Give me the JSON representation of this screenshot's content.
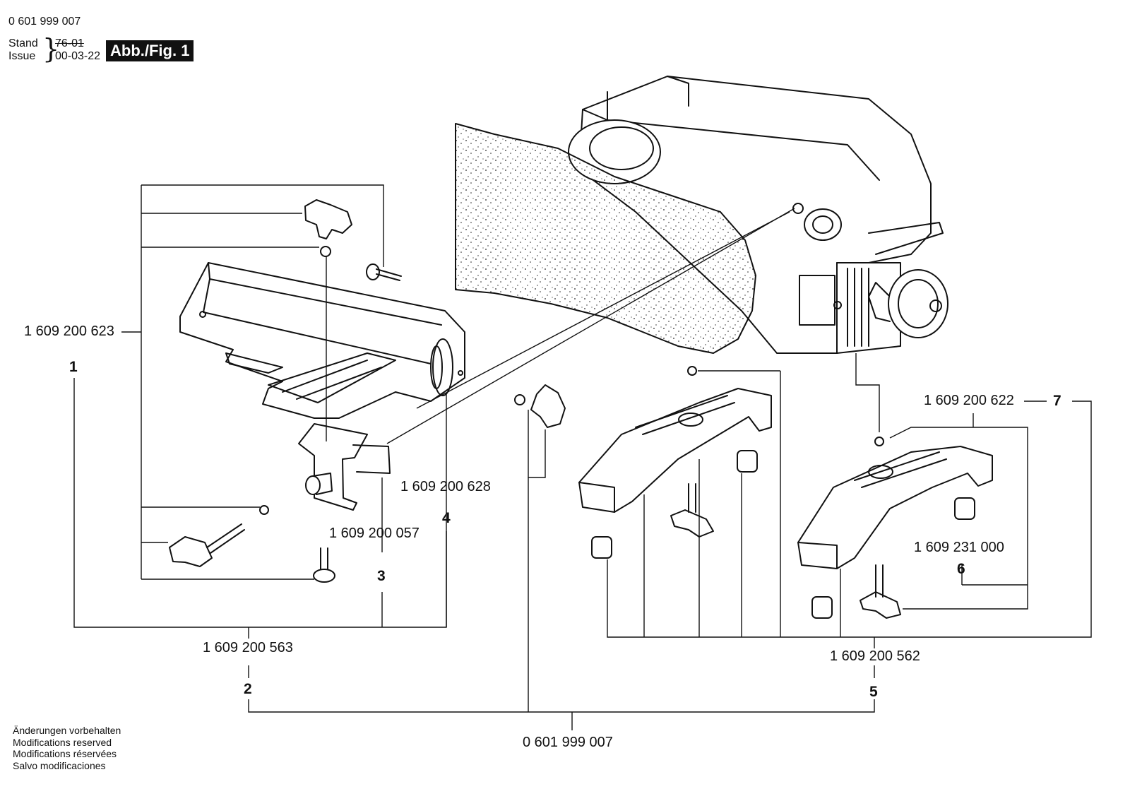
{
  "header": {
    "doc_number": "0 601 999 007",
    "stand_label": "Stand",
    "issue_label": "Issue",
    "old_date": "76-01",
    "issue_date": "00-03-22",
    "figure_label": "Abb./Fig. 1"
  },
  "parts": [
    {
      "index": "1",
      "part_number": "1 609 200 623"
    },
    {
      "index": "2",
      "part_number": "1 609 200  563"
    },
    {
      "index": "3",
      "part_number": "1 609 200 057"
    },
    {
      "index": "4",
      "part_number": "1 609 200 628"
    },
    {
      "index": "5",
      "part_number": "1 609 200 562"
    },
    {
      "index": "6",
      "part_number": "1 609 231 000"
    },
    {
      "index": "7",
      "part_number": "1  609 200 622"
    }
  ],
  "assembly_number": "0 601 999 007",
  "footer": {
    "lines": [
      "Änderungen vorbehalten",
      "Modifications reserved",
      "Modifications réservées",
      "Salvo modificaciones"
    ]
  }
}
